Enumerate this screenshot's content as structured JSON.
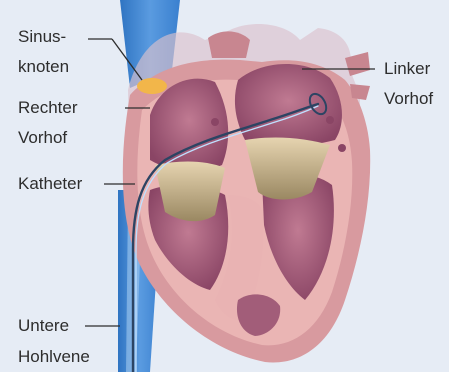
{
  "labels": {
    "sinus_line1": "Sinus-",
    "sinus_line2": "knoten",
    "rechter_line1": "Rechter",
    "rechter_line2": "Vorhof",
    "katheter": "Katheter",
    "untere_line1": "Untere",
    "untere_line2": "Hohlvene",
    "linker_line1": "Linker",
    "linker_line2": "Vorhof"
  },
  "colors": {
    "background": "#e6ecf5",
    "vein": "#3f86d3",
    "vein_light": "#a9cdf0",
    "heart_outer": "#d89a9f",
    "heart_wall": "#eab5b4",
    "chamber": "#8e4a6a",
    "valve": "#b9a785",
    "sinus_node": "#f2b64a",
    "catheter": "#2c4463"
  }
}
